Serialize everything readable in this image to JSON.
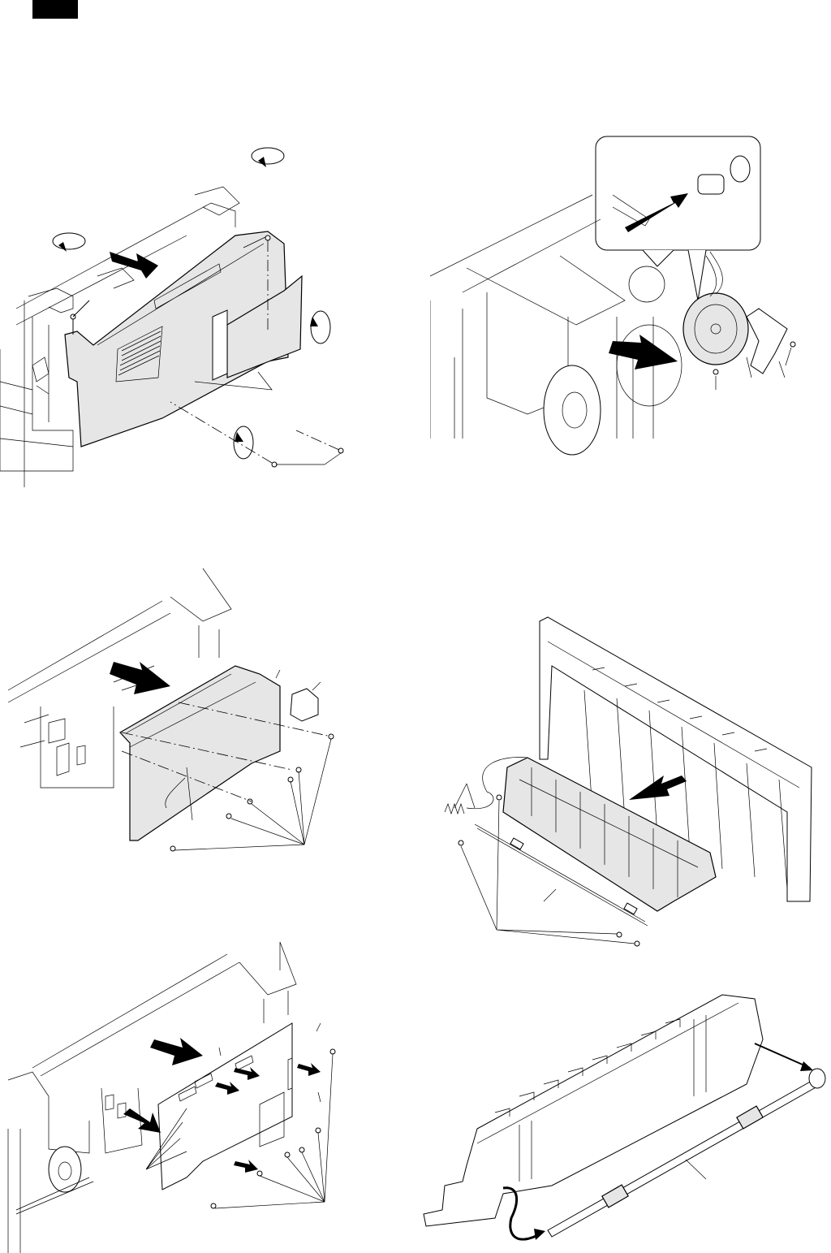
{
  "page": {
    "section_tab": {
      "text": "",
      "color": "#000000"
    },
    "figures": [
      {
        "id": "fig-1",
        "subject": "side-cover-removal",
        "screws": 4,
        "arrows": 1,
        "rotation_arrows": 4
      },
      {
        "id": "fig-2",
        "subject": "motor-removal-with-belt-gear-inset",
        "screws": 2,
        "arrows": 2
      },
      {
        "id": "fig-3",
        "subject": "shield-plate-removal",
        "screws": 6,
        "arrows": 1
      },
      {
        "id": "fig-4",
        "subject": "paper-guide-unit-removal",
        "screws": 4,
        "arrows": 1
      },
      {
        "id": "fig-5",
        "subject": "control-pwb-removal",
        "screws": 7,
        "arrows": 6
      },
      {
        "id": "fig-6",
        "subject": "roller-shaft-removal",
        "arrows": 2
      }
    ],
    "colors": {
      "line": "#000000",
      "part_fill": "#e6e6e6",
      "background": "#ffffff"
    }
  }
}
